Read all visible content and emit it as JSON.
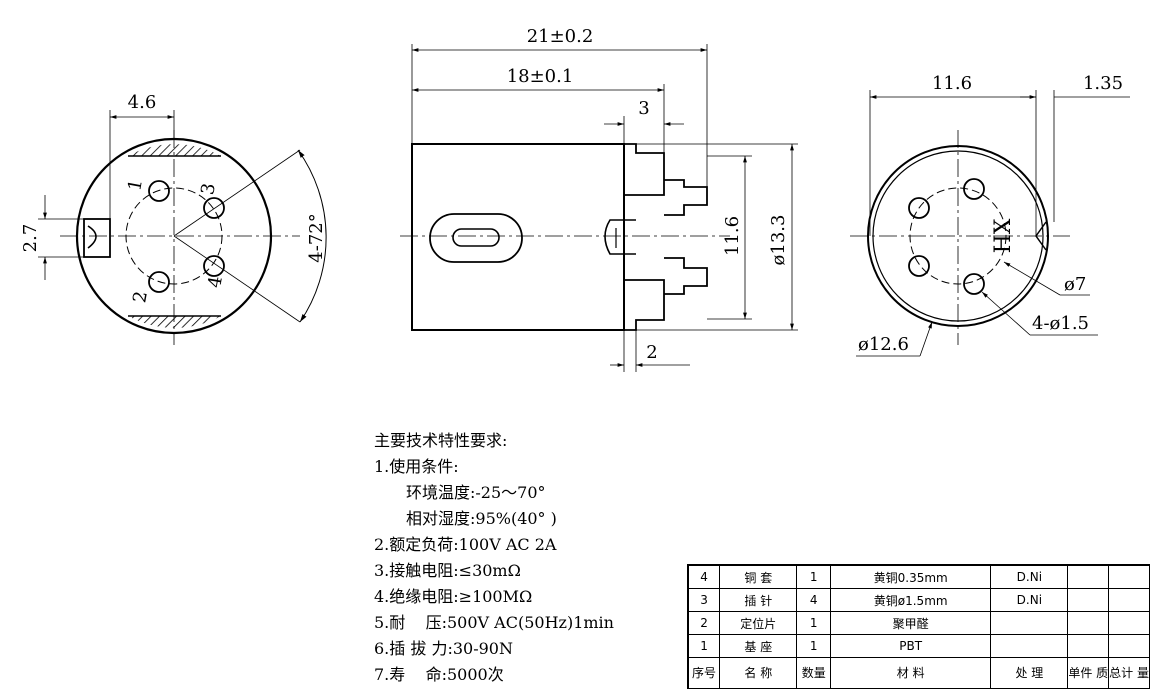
{
  "drawing": {
    "left_view": {
      "dim_width": "4.6",
      "dim_height": "2.7",
      "dim_angle": "4-72°",
      "pin_labels": [
        "1",
        "2",
        "3",
        "4"
      ]
    },
    "middle_view": {
      "dim_overall": "21±0.2",
      "dim_body": "18±0.1",
      "dim_3": "3",
      "dim_2": "2",
      "dim_11_6": "11.6",
      "dim_13_3": "ø13.3"
    },
    "right_view": {
      "dim_11_6": "11.6",
      "dim_1_35": "1.35",
      "mark": "HX",
      "dim_d7": "ø7",
      "dim_holes": "4-ø1.5",
      "dim_d12_6": "ø12.6"
    }
  },
  "requirements": {
    "title": "主要技术特性要求:",
    "item1": "1.使用条件:",
    "item1a": "环境温度:-25～70°",
    "item1b": "相对湿度:95%(40° )",
    "item2": "2.额定负荷:100V AC 2A",
    "item3": "3.接触电阻:≤30mΩ",
    "item4": "4.绝缘电阻:≥100MΩ",
    "item5": "5.耐    压:500V AC(50Hz)1min",
    "item6": "6.插 拔 力:30-90N",
    "item7": "7.寿    命:5000次"
  },
  "bom": {
    "rows": [
      {
        "no": "4",
        "name": "铜 套",
        "qty": "1",
        "material": "黄铜0.35mm",
        "treatment": "D.Ni"
      },
      {
        "no": "3",
        "name": "插 针",
        "qty": "4",
        "material": "黄铜ø1.5mm",
        "treatment": "D.Ni"
      },
      {
        "no": "2",
        "name": "定位片",
        "qty": "1",
        "material": "聚甲醛",
        "treatment": ""
      },
      {
        "no": "1",
        "name": "基 座",
        "qty": "1",
        "material": "PBT",
        "treatment": ""
      }
    ],
    "header": {
      "no": "序号",
      "name": "名   称",
      "qty": "数量",
      "material": "材    料",
      "treatment": "处  理",
      "unit_weight": "单件 质",
      "total_weight": "总计 量"
    }
  }
}
